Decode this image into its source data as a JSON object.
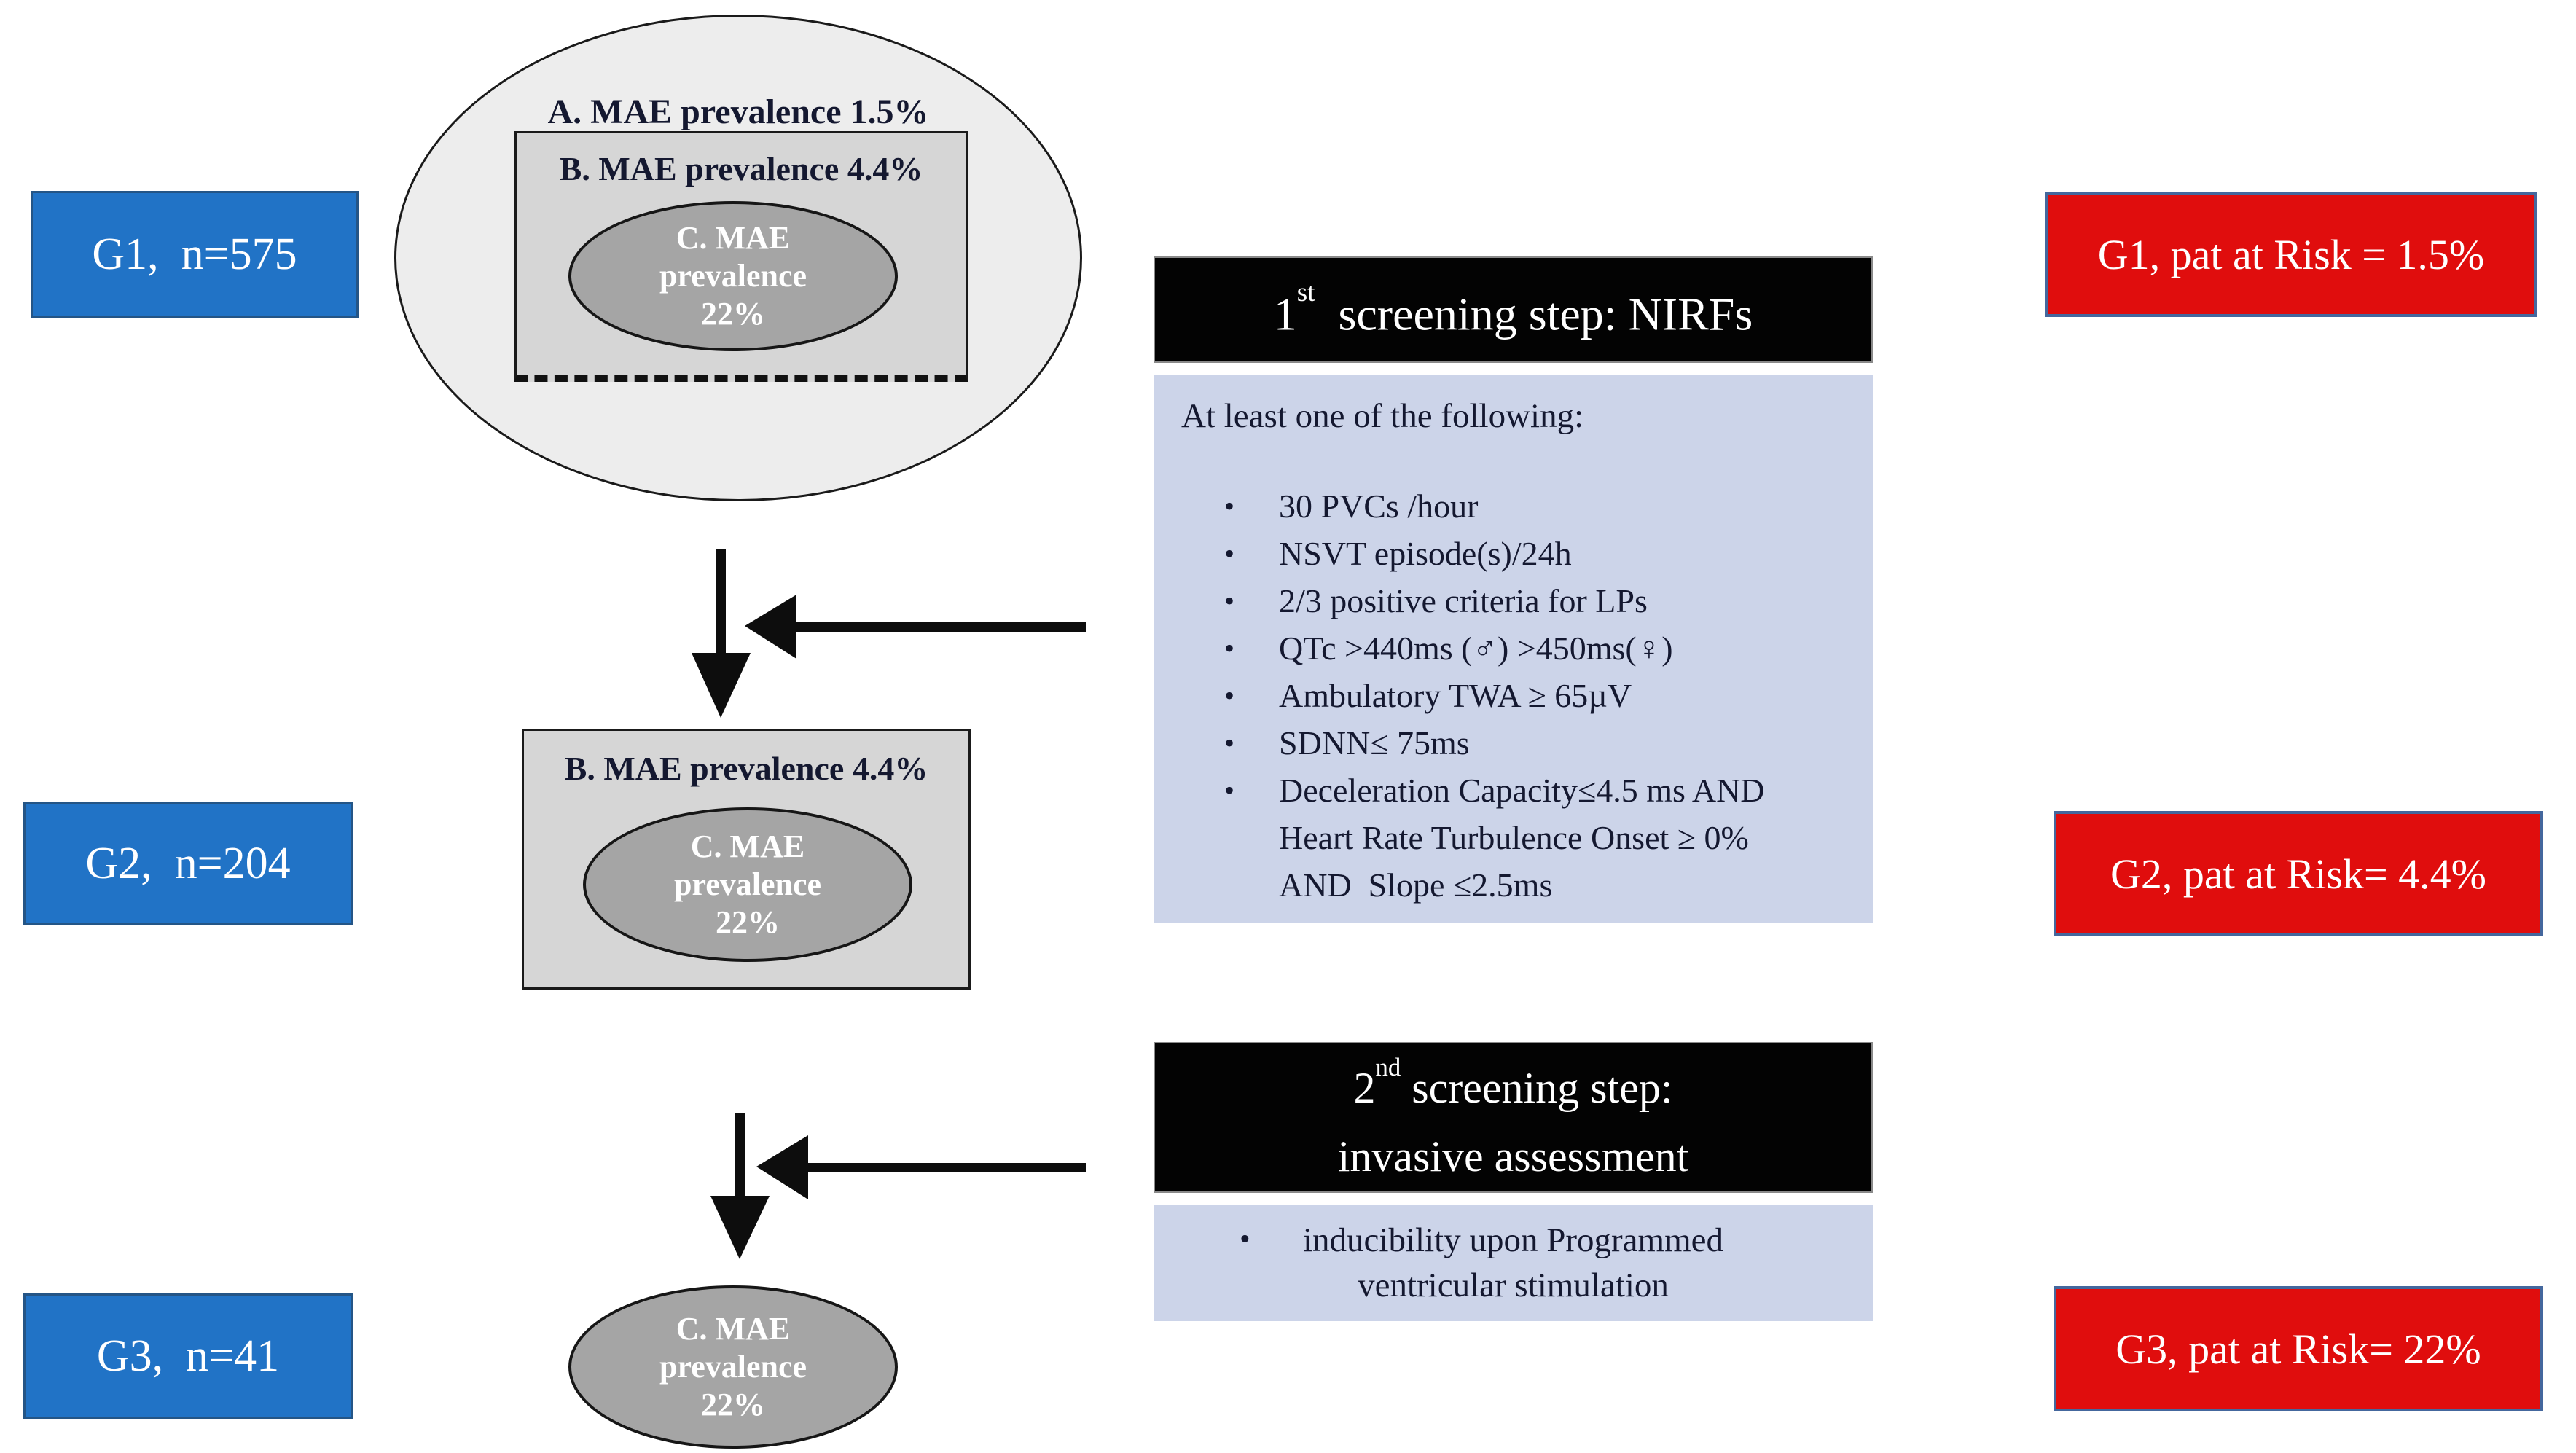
{
  "figure": {
    "groups": [
      {
        "name": "G1",
        "count_label": "G1,  n=575",
        "risk_label": "G1, pat at Risk = 1.5%"
      },
      {
        "name": "G2",
        "count_label": "G2,  n=204",
        "risk_label": "G2, pat at Risk= 4.4%"
      },
      {
        "name": "G3",
        "count_label": "G3,  n=41",
        "risk_label": "G3, pat at Risk= 22%"
      }
    ],
    "venn": {
      "a_label": "A. MAE prevalence 1.5%",
      "b_label": "B. MAE prevalence 4.4%",
      "c_lines": [
        "C. MAE",
        "prevalence",
        "22%"
      ]
    },
    "step1": {
      "title_num": "1",
      "title_sup": "st",
      "title_rest": "  screening step: NIRFs",
      "intro": "At least one of the following:",
      "bullets": [
        [
          "30 PVCs /hour"
        ],
        [
          "NSVT episode(s)/24h"
        ],
        [
          "2/3 positive criteria for LPs"
        ],
        [
          "QTc >440ms (♂) >450ms(♀)"
        ],
        [
          "Ambulatory TWA ≥ 65µV"
        ],
        [
          "SDNN≤ 75ms"
        ],
        [
          "Deceleration Capacity≤4.5 ms AND",
          "Heart Rate Turbulence Onset ≥ 0%",
          "AND  Slope ≤2.5ms"
        ]
      ]
    },
    "step2": {
      "title_num": "2",
      "title_sup": "nd",
      "title_rest": " screening step:",
      "title_line2": "invasive assessment",
      "bullets": [
        [
          "inducibility upon Programmed",
          "ventricular stimulation"
        ]
      ]
    },
    "colors": {
      "group_box": "#2173C6",
      "group_border": "#245586",
      "risk_box": "#E00D0D",
      "risk_border": "#44679D",
      "step_header_bg": "#030303",
      "step_body_bg": "#CCD4E9",
      "venn_outer": "#EDEDED",
      "venn_mid": "#D6D6D6",
      "venn_inner": "#A5A5A5",
      "venn_text": "#141830"
    }
  }
}
